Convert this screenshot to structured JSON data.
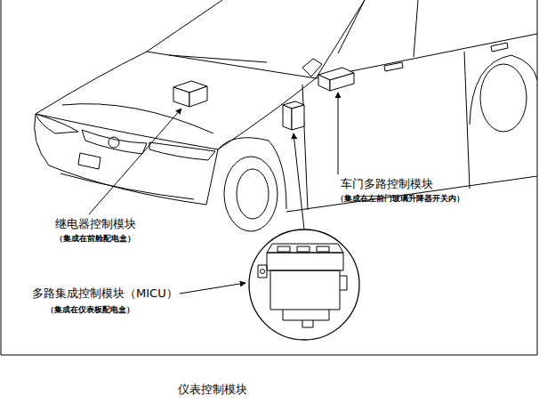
{
  "diagram": {
    "labels": [
      "车门多路控制模块",
      "（集成在左前门玻璃升降器开关内）",
      "继电器控制模块",
      "（集成在前舱配电盒）",
      "多路集成控制模块（MICU）",
      "（集成在仪表板配电盒）",
      "仪表控制模块"
    ]
  }
}
